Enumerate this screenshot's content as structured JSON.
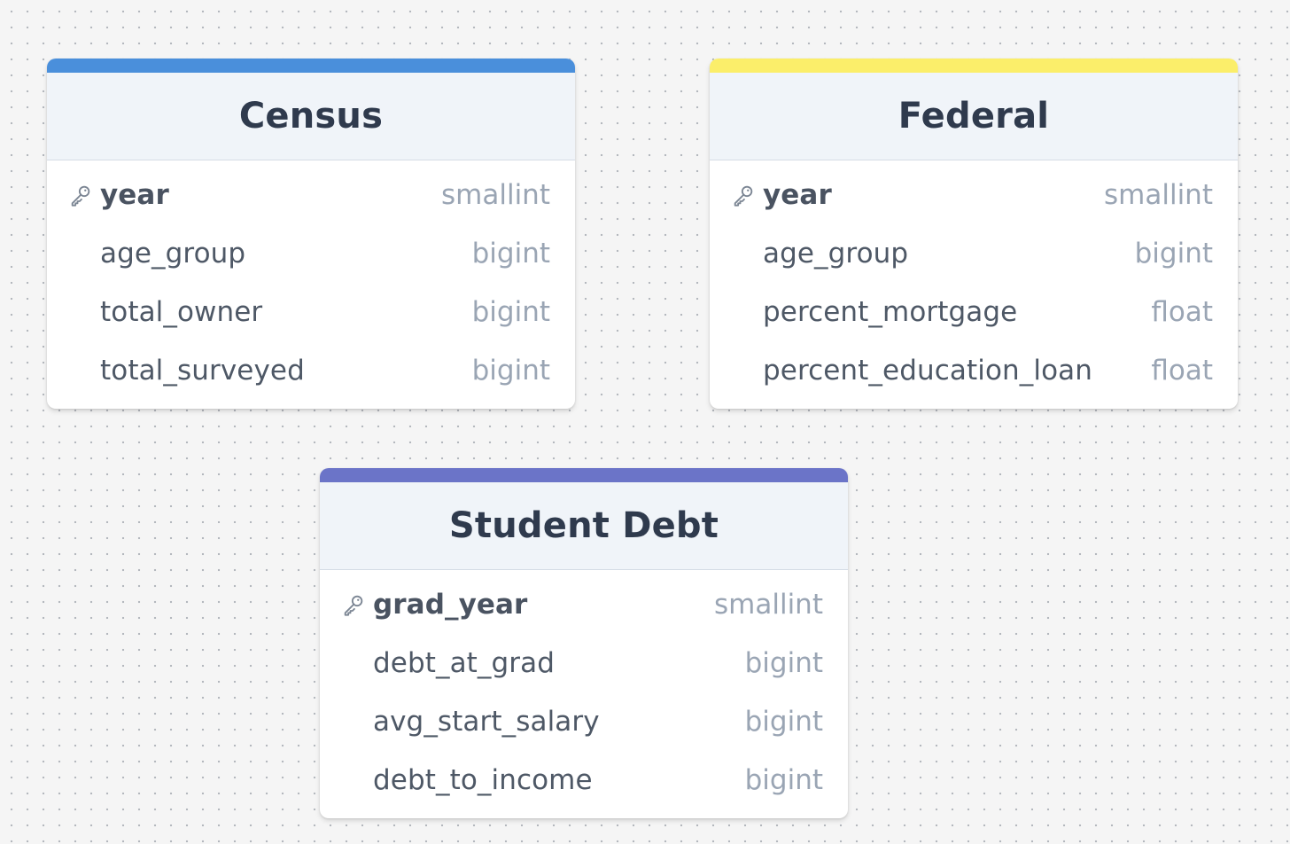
{
  "tables": [
    {
      "title": "Census",
      "accent_color": "#4a8fdb",
      "fields": [
        {
          "name": "year",
          "type": "smallint",
          "primary_key": true,
          "icon": "key-icon"
        },
        {
          "name": "age_group",
          "type": "bigint",
          "primary_key": false
        },
        {
          "name": "total_owner",
          "type": "bigint",
          "primary_key": false
        },
        {
          "name": "total_surveyed",
          "type": "bigint",
          "primary_key": false
        }
      ]
    },
    {
      "title": "Federal",
      "accent_color": "#fbee6a",
      "fields": [
        {
          "name": "year",
          "type": "smallint",
          "primary_key": true,
          "icon": "key-icon"
        },
        {
          "name": "age_group",
          "type": "bigint",
          "primary_key": false
        },
        {
          "name": "percent_mortgage",
          "type": "float",
          "primary_key": false
        },
        {
          "name": "percent_education_loan",
          "type": "float",
          "primary_key": false
        }
      ]
    },
    {
      "title": "Student Debt",
      "accent_color": "#6b74c8",
      "fields": [
        {
          "name": "grad_year",
          "type": "smallint",
          "primary_key": true,
          "icon": "key-icon"
        },
        {
          "name": "debt_at_grad",
          "type": "bigint",
          "primary_key": false
        },
        {
          "name": "avg_start_salary",
          "type": "bigint",
          "primary_key": false
        },
        {
          "name": "debt_to_income",
          "type": "bigint",
          "primary_key": false
        }
      ]
    }
  ]
}
